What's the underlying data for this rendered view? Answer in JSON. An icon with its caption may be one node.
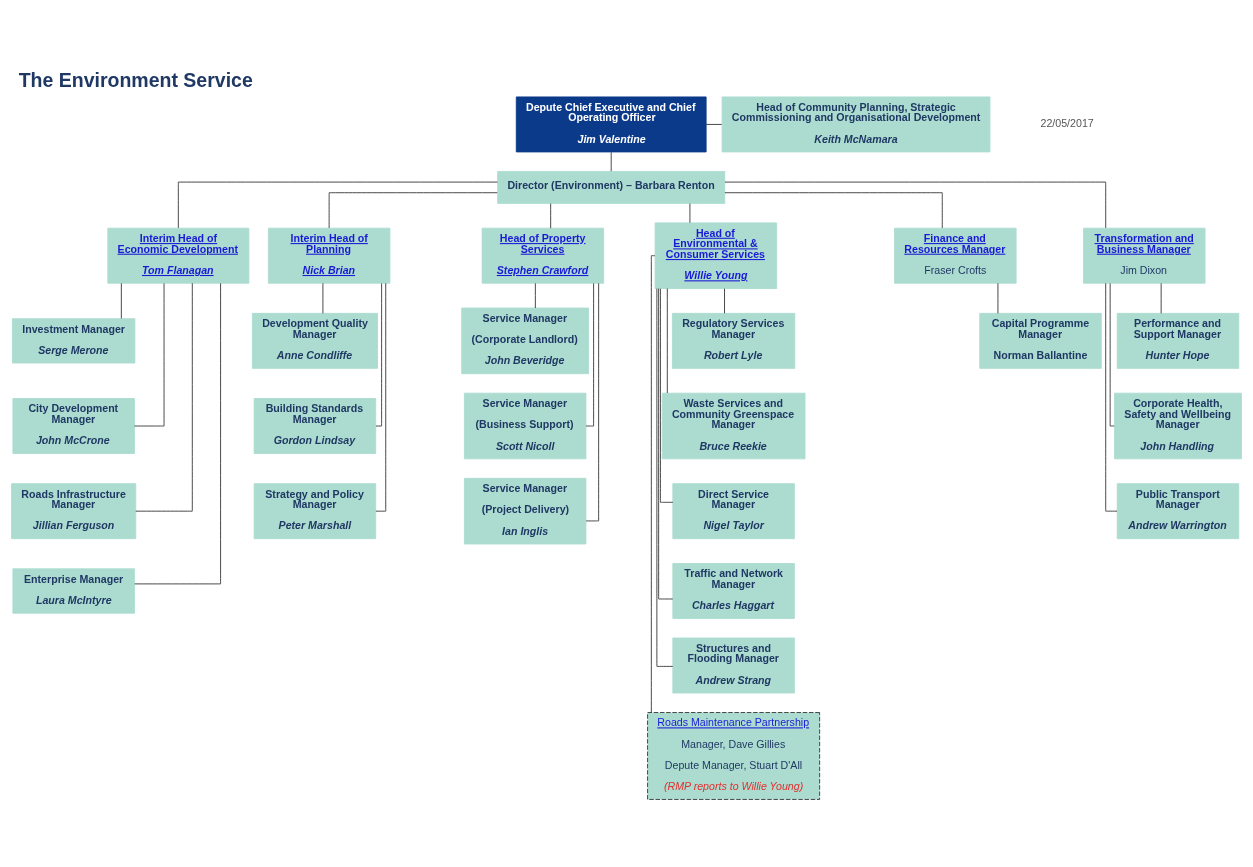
{
  "diagram": {
    "title": "The Environment Service",
    "nodes": [
      {
        "text": [
          "Depute Chief Executive and Chief Operating Officer",
          "Jim Valentine"
        ]
      },
      {
        "text": [
          "Head of Community Planning, Strategic Commissioning and Organisational Development",
          "Keith McNamara"
        ]
      },
      {
        "text": [
          "Director (Environment) – Barbara Renton"
        ]
      },
      {
        "text": [
          "Interim Head of Economic Development",
          "Tom Flanagan"
        ]
      },
      {
        "text": [
          "Interim Head of Planning",
          "Nick Brian"
        ]
      },
      {
        "text": [
          "Head of Property Services",
          "Stephen Crawford"
        ]
      },
      {
        "text": [
          "Head of Environmental & Consumer Services",
          "Willie Young"
        ]
      },
      {
        "text": [
          "Finance and Resources Manager",
          "Fraser Crofts"
        ]
      },
      {
        "text": [
          "Transformation and Business Manager",
          "Jim Dixon"
        ]
      },
      {
        "text": [
          "Investment Manager",
          "Serge Merone"
        ]
      },
      {
        "text": [
          "City Development Manager",
          "John McCrone"
        ]
      },
      {
        "text": [
          "Roads Infrastructure Manager",
          "Jillian Ferguson"
        ]
      },
      {
        "text": [
          "Enterprise Manager",
          "Laura McIntyre"
        ]
      },
      {
        "text": [
          "Development Quality Manager",
          "Anne Condliffe"
        ]
      },
      {
        "text": [
          "Building Standards Manager",
          "Gordon Lindsay"
        ]
      },
      {
        "text": [
          "Strategy and Policy Manager",
          "Peter Marshall"
        ]
      },
      {
        "text": [
          "Service Manager",
          "(Corporate Landlord)",
          "John Beveridge"
        ]
      },
      {
        "text": [
          "Service Manager",
          "(Business Support)",
          "Scott Nicoll"
        ]
      },
      {
        "text": [
          "Service Manager",
          "(Project Delivery)",
          "Ian Inglis"
        ]
      },
      {
        "text": [
          "Regulatory Services Manager",
          "Robert Lyle"
        ]
      },
      {
        "text": [
          "Waste Services and Community Greenspace Manager",
          "Bruce Reekie"
        ]
      },
      {
        "text": [
          "Direct Service Manager",
          "Nigel Taylor"
        ]
      },
      {
        "text": [
          "Traffic and Network Manager",
          "Charles Haggart"
        ]
      },
      {
        "text": [
          "Structures and Flooding Manager",
          "Andrew Strang"
        ]
      },
      {
        "text": [
          "Capital Programme Manager",
          "Norman Ballantine"
        ]
      },
      {
        "text": [
          "Performance and Support Manager",
          "Hunter Hope"
        ]
      },
      {
        "text": [
          "Corporate Health, Safety and Wellbeing Manager",
          "John Handling"
        ]
      },
      {
        "text": [
          "Public Transport Manager",
          "Andrew Warrington"
        ]
      },
      {
        "text": [
          "Roads Maintenance Partnership",
          "Manager, Dave Gillies",
          "Depute Manager, Stuart D'All",
          "(RMP reports to Willie Young)"
        ]
      }
    ],
    "edges": [
      {
        "from": 0,
        "to": 1,
        "arrow": "none"
      },
      {
        "from": 0,
        "to": 2,
        "arrow": "none"
      },
      {
        "from": 2,
        "to": 3,
        "arrow": "none"
      },
      {
        "from": 2,
        "to": 4,
        "arrow": "none"
      },
      {
        "from": 2,
        "to": 5,
        "arrow": "none"
      },
      {
        "from": 2,
        "to": 6,
        "arrow": "none"
      },
      {
        "from": 2,
        "to": 7,
        "arrow": "none"
      },
      {
        "from": 2,
        "to": 8,
        "arrow": "none"
      },
      {
        "from": 3,
        "to": 9,
        "arrow": "none"
      },
      {
        "from": 3,
        "to": 10,
        "arrow": "none"
      },
      {
        "from": 3,
        "to": 11,
        "arrow": "none"
      },
      {
        "from": 3,
        "to": 12,
        "arrow": "none"
      },
      {
        "from": 4,
        "to": 13,
        "arrow": "none"
      },
      {
        "from": 4,
        "to": 14,
        "arrow": "none"
      },
      {
        "from": 4,
        "to": 15,
        "arrow": "none"
      },
      {
        "from": 5,
        "to": 16,
        "arrow": "none"
      },
      {
        "from": 5,
        "to": 17,
        "arrow": "none"
      },
      {
        "from": 5,
        "to": 18,
        "arrow": "none"
      },
      {
        "from": 6,
        "to": 19,
        "arrow": "none"
      },
      {
        "from": 6,
        "to": 20,
        "arrow": "none"
      },
      {
        "from": 6,
        "to": 21,
        "arrow": "none"
      },
      {
        "from": 6,
        "to": 22,
        "arrow": "none"
      },
      {
        "from": 6,
        "to": 23,
        "arrow": "none"
      },
      {
        "from": 6,
        "to": 28,
        "arrow": "none"
      },
      {
        "from": 7,
        "to": 24,
        "arrow": "none"
      },
      {
        "from": 8,
        "to": 25,
        "arrow": "none"
      },
      {
        "from": 8,
        "to": 26,
        "arrow": "none"
      },
      {
        "from": 8,
        "to": 27,
        "arrow": "none"
      }
    ],
    "labels": [
      "22/05/2017"
    ]
  }
}
